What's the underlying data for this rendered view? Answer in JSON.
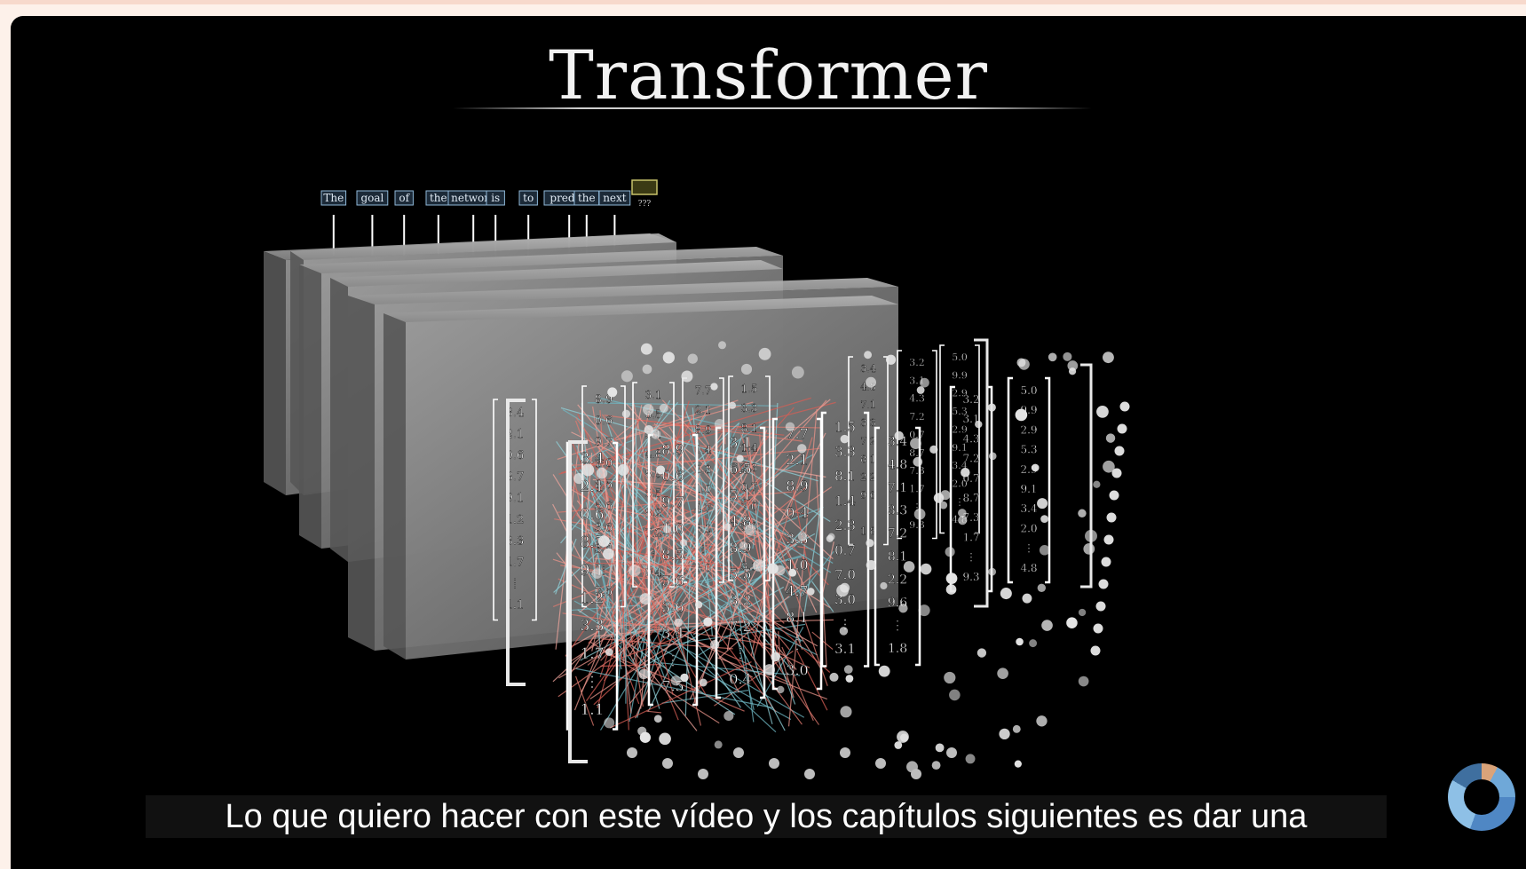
{
  "video": {
    "title": "Transformer",
    "tokens": [
      "The",
      "goal",
      "of",
      "the",
      "network",
      "is",
      "to",
      "predict",
      "the",
      "next"
    ],
    "unknown_token_label": "???",
    "vector_values": [
      [
        "3.4",
        "2.1",
        "0.6",
        "8.7",
        "9.1",
        "1.2",
        "3.3",
        "1.7",
        "⋮",
        "1.1"
      ],
      [
        "8.9",
        "0.6",
        "9.7",
        "1.0",
        "8.5",
        "5.6",
        "3.6",
        "3.4",
        "⋮",
        "7.5"
      ],
      [
        "3.1",
        "6.5",
        "5.1",
        "4.8",
        "8.9",
        "5.5",
        "8.2",
        "7.2",
        "⋮",
        "0.4"
      ],
      [
        "7.7",
        "2.1",
        "8.9",
        "0.4",
        "3.3",
        "1.0",
        "4.7",
        "8.1",
        "⋮",
        "3.0"
      ],
      [
        "1.5",
        "3.3",
        "8.1",
        "1.4",
        "2.3",
        "0.7",
        "7.0",
        "3.0",
        "⋮",
        "3.1"
      ],
      [
        "3.4",
        "4.8",
        "7.1",
        "3.3",
        "7.2",
        "8.1",
        "2.2",
        "9.6",
        "⋮",
        "1.8"
      ],
      [
        "3.2",
        "3.1",
        "4.3",
        "7.2",
        "0.7",
        "8.7",
        "7.3",
        "1.7",
        "⋮",
        "9.3"
      ],
      [
        "5.0",
        "9.9",
        "2.9",
        "5.3",
        "2.9",
        "9.1",
        "3.4",
        "2.0",
        "⋮",
        "4.8"
      ]
    ],
    "subtitle": "Lo que quiero hacer con este vídeo y los capítulos siguientes es dar una"
  },
  "colors": {
    "background": "#000000",
    "text": "#ffffff",
    "token_box": "#8fb8d8",
    "unknown_token_box": "#c8c36a"
  },
  "icons": {
    "loading": "loading-spinner-icon"
  }
}
